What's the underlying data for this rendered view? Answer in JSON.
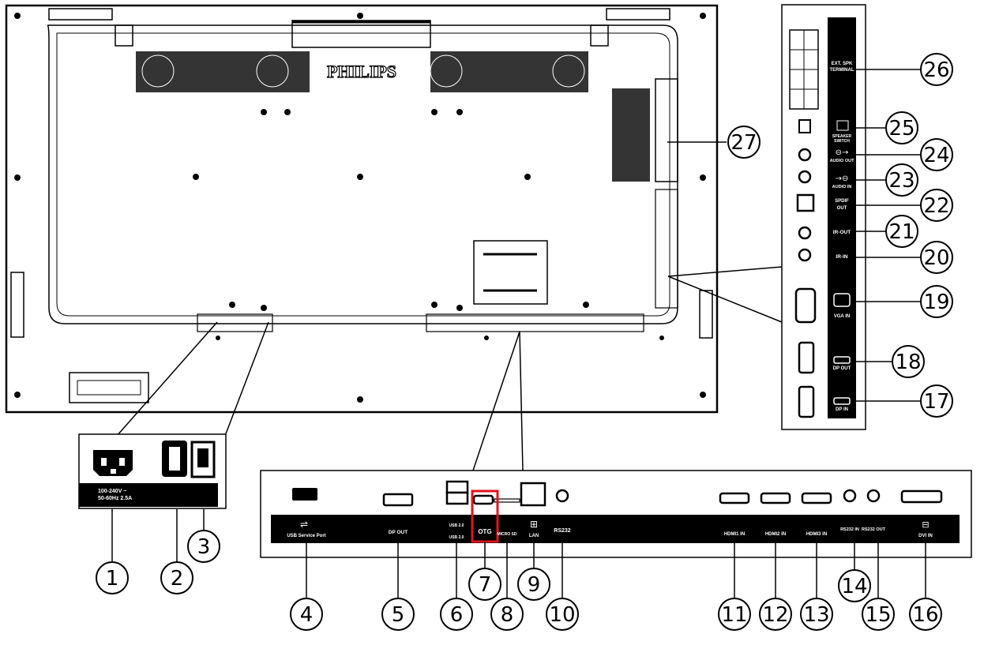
{
  "brand": "PHILIPS",
  "power": {
    "rating_line1": "100-240V ~",
    "rating_line2": "50-60Hz 2.5A"
  },
  "bottom_panel": {
    "usb_service": "USB Service Port",
    "dp_out": "DP OUT",
    "usb_a1": "USB 2.0",
    "usb_a2": "USB 2.0",
    "otg": "OTG",
    "micro_sd": "MICRO SD",
    "lan": "LAN",
    "rs232": "RS232",
    "hdmi1": "HDMI1 IN",
    "hdmi2": "HDMI2 IN",
    "hdmi3": "HDMI3 IN",
    "rs232_in": "RS232 IN",
    "rs232_out": "RS232 OUT",
    "dvi_in": "DVI IN"
  },
  "side_panel": {
    "ext_spk_line1": "EXT. SPK",
    "ext_spk_line2": "TERMINAL",
    "speaker_switch_line1": "SPEAKER",
    "speaker_switch_line2": "SWITCH",
    "audio_out": "AUDIO OUT",
    "audio_in": "AUDIO IN",
    "spdif_line1": "SPDIF",
    "spdif_line2": "OUT",
    "ir_out": "IR-OUT",
    "ir_in": "IR-IN",
    "vga_in": "VGA IN",
    "dp_out": "DP OUT",
    "dp_in": "DP IN"
  },
  "callouts": [
    "1",
    "2",
    "3",
    "4",
    "5",
    "6",
    "7",
    "8",
    "9",
    "10",
    "11",
    "12",
    "13",
    "14",
    "15",
    "16",
    "17",
    "18",
    "19",
    "20",
    "21",
    "22",
    "23",
    "24",
    "25",
    "26",
    "27"
  ],
  "colors": {
    "highlight": "#e0141e",
    "panel": "#000000"
  }
}
